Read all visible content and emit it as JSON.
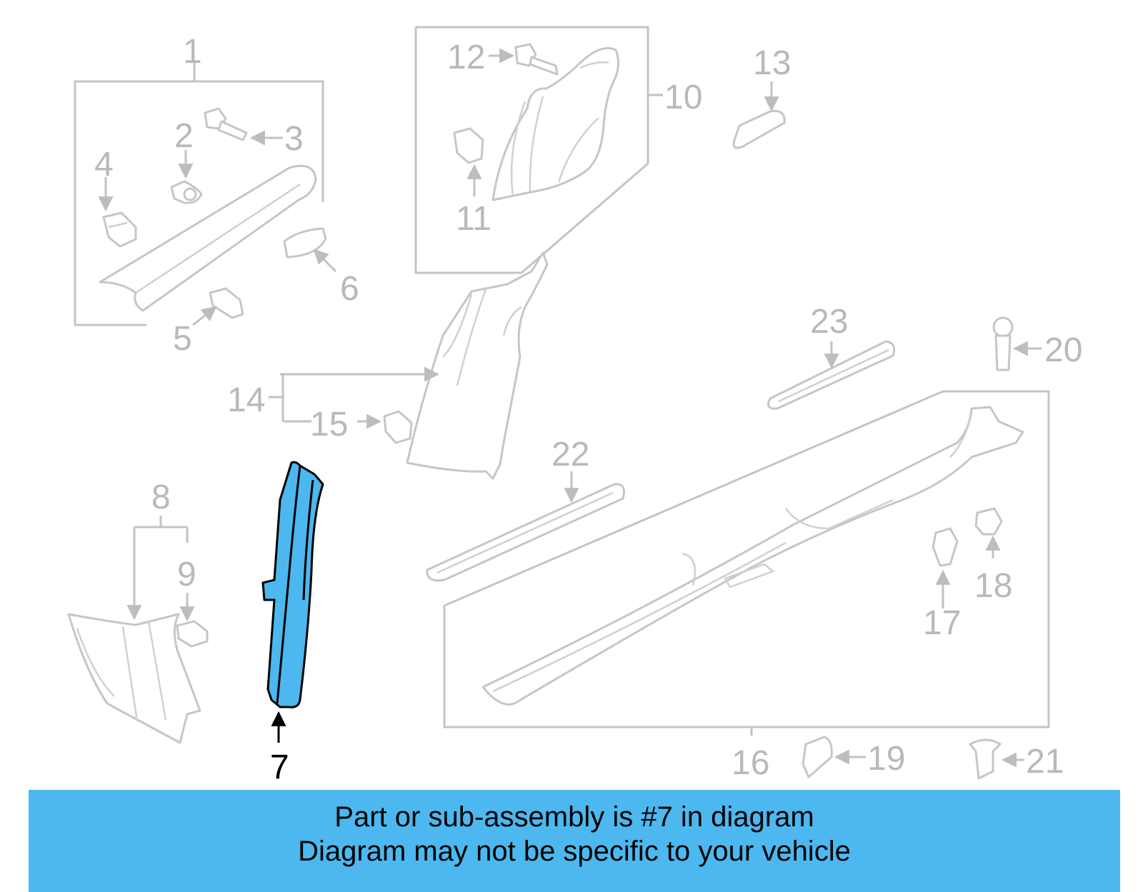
{
  "diagram": {
    "highlight_color": "#4cb8ef",
    "line_color": "#c2c2c2",
    "callouts": [
      "1",
      "2",
      "3",
      "4",
      "5",
      "6",
      "7",
      "8",
      "9",
      "10",
      "11",
      "12",
      "13",
      "14",
      "15",
      "16",
      "17",
      "18",
      "19",
      "20",
      "21",
      "22",
      "23"
    ],
    "highlighted_callout": "7"
  },
  "banner": {
    "line1": "Part or sub-assembly is #7 in diagram",
    "line2": "Diagram may not be specific to your vehicle"
  }
}
